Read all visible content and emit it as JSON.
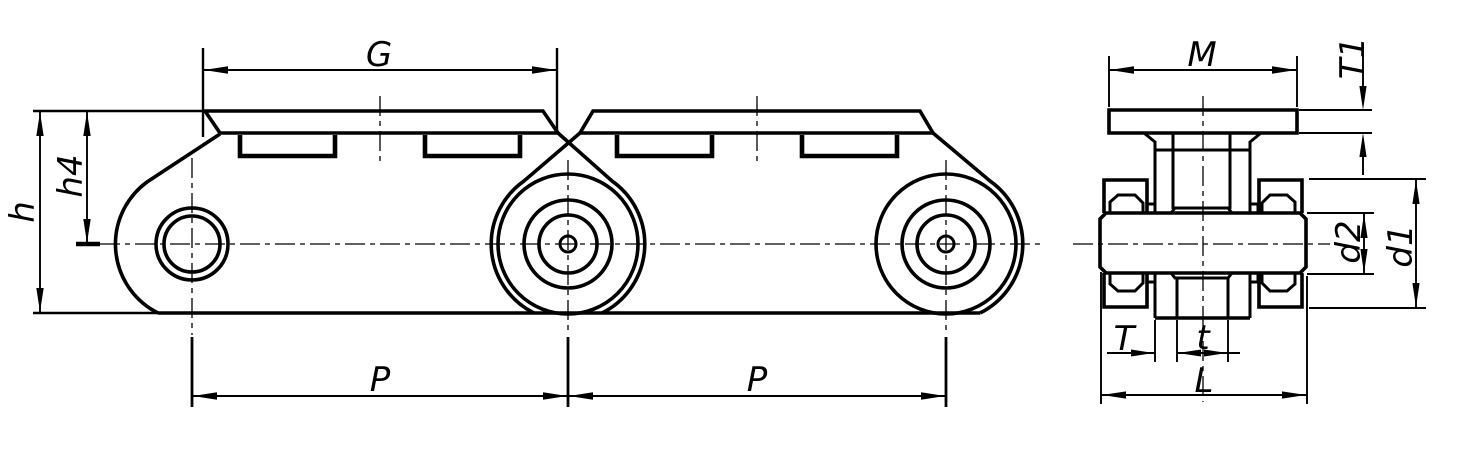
{
  "drawing": {
    "type": "engineering-drawing",
    "subject": "conveyor roller chain with top plates - side view and cross section",
    "colors": {
      "line": "#000000",
      "background": "#ffffff"
    },
    "side_view": {
      "dim_labels": {
        "plate_length": "G",
        "overall_height": "h",
        "top_to_center_height": "h4",
        "pitch_left": "P",
        "pitch_right": "P"
      }
    },
    "section_view": {
      "dim_labels": {
        "plate_width": "M",
        "plate_thickness": "T1",
        "bush_diameter": "d2",
        "roller_diameter": "d1",
        "sidebar_thickness": "T",
        "inner_width": "t",
        "pin_length": "L"
      }
    }
  }
}
